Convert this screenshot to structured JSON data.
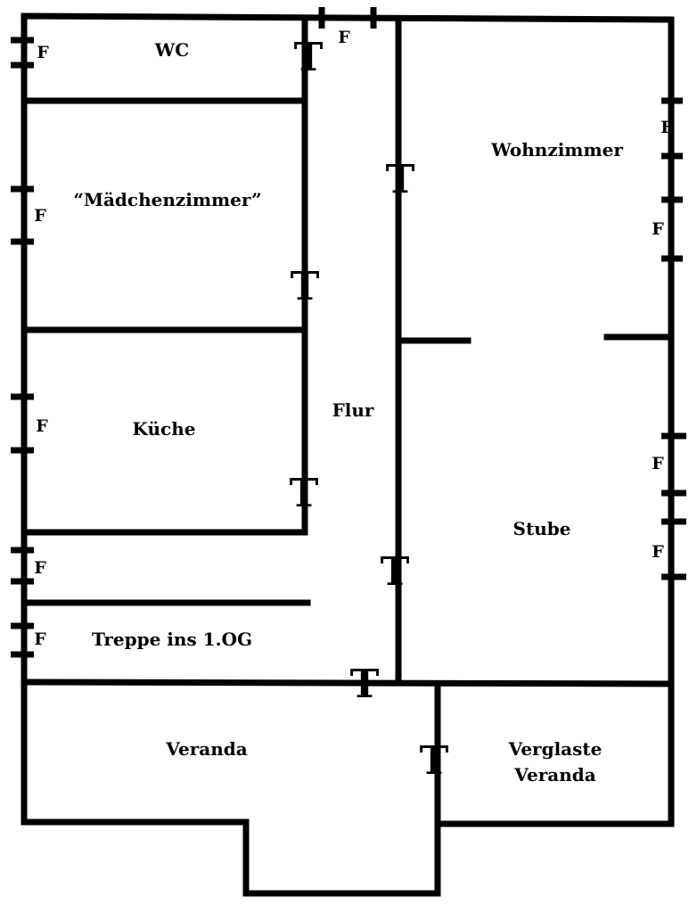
{
  "rooms": {
    "wc": "WC",
    "maedchenzimmer": "“Mädchenzimmer”",
    "kueche": "Küche",
    "flur": "Flur",
    "wohnzimmer": "Wohnzimmer",
    "stube": "Stube",
    "treppe": "Treppe ins 1.OG",
    "veranda": "Veranda",
    "verglaste_line1": "Verglaste",
    "verglaste_line2": "Veranda"
  },
  "symbols": {
    "window": "F",
    "door": "T"
  }
}
